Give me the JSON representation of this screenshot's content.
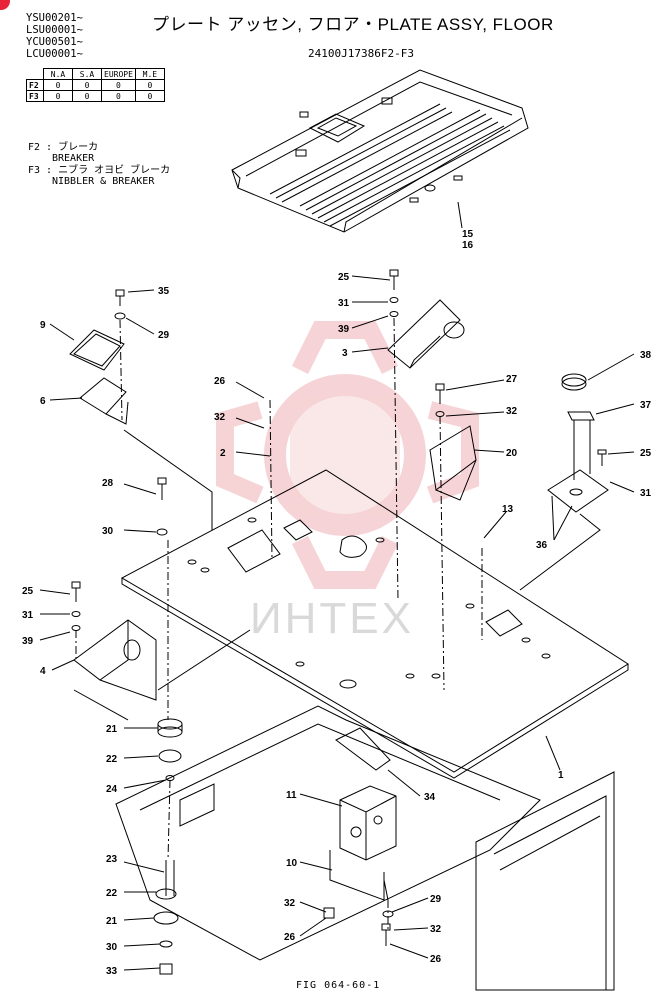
{
  "serials": [
    "YSU00201~",
    "LSU00001~",
    "YCU00501~",
    "LCU00001~"
  ],
  "title": "プレート アッセン, フロア・PLATE ASSY, FLOOR",
  "assembly_code": "24100J17386F2-F3",
  "applicability": {
    "headers": [
      "N.A",
      "S.A",
      "EUROPE",
      "M.E"
    ],
    "rows": [
      {
        "code": "F2",
        "values": [
          "0",
          "0",
          "0",
          "0"
        ]
      },
      {
        "code": "F3",
        "values": [
          "0",
          "0",
          "0",
          "0"
        ]
      }
    ]
  },
  "legend": [
    {
      "code": "F2 :",
      "jp": "ブレーカ",
      "en": "BREAKER"
    },
    {
      "code": "F3 :",
      "jp": "ニブラ オヨビ ブレーカ",
      "en": "NIBBLER & BREAKER"
    }
  ],
  "watermark": "ИНТЕХ",
  "figure_number": "FIG 064-60-1",
  "callouts": {
    "c15": "15",
    "c16": "16",
    "c35": "35",
    "c9": "9",
    "c29a": "29",
    "c6": "6",
    "c25a": "25",
    "c31a": "31",
    "c39a": "39",
    "c3": "3",
    "c38": "38",
    "c37": "37",
    "c25b": "25",
    "c31b": "31",
    "c36": "36",
    "c26a": "26",
    "c32a": "32",
    "c2": "2",
    "c27": "27",
    "c32b": "32",
    "c20": "20",
    "c28": "28",
    "c30a": "30",
    "c13": "13",
    "c25c": "25",
    "c31c": "31",
    "c39b": "39",
    "c4": "4",
    "c21a": "21",
    "c22a": "22",
    "c24": "24",
    "c23": "23",
    "c22b": "22",
    "c21b": "21",
    "c30b": "30",
    "c33": "33",
    "c1": "1",
    "c11": "11",
    "c34": "34",
    "c10": "10",
    "c32c": "32",
    "c26b": "26",
    "c29b": "29",
    "c32d": "32",
    "c26c": "26"
  }
}
